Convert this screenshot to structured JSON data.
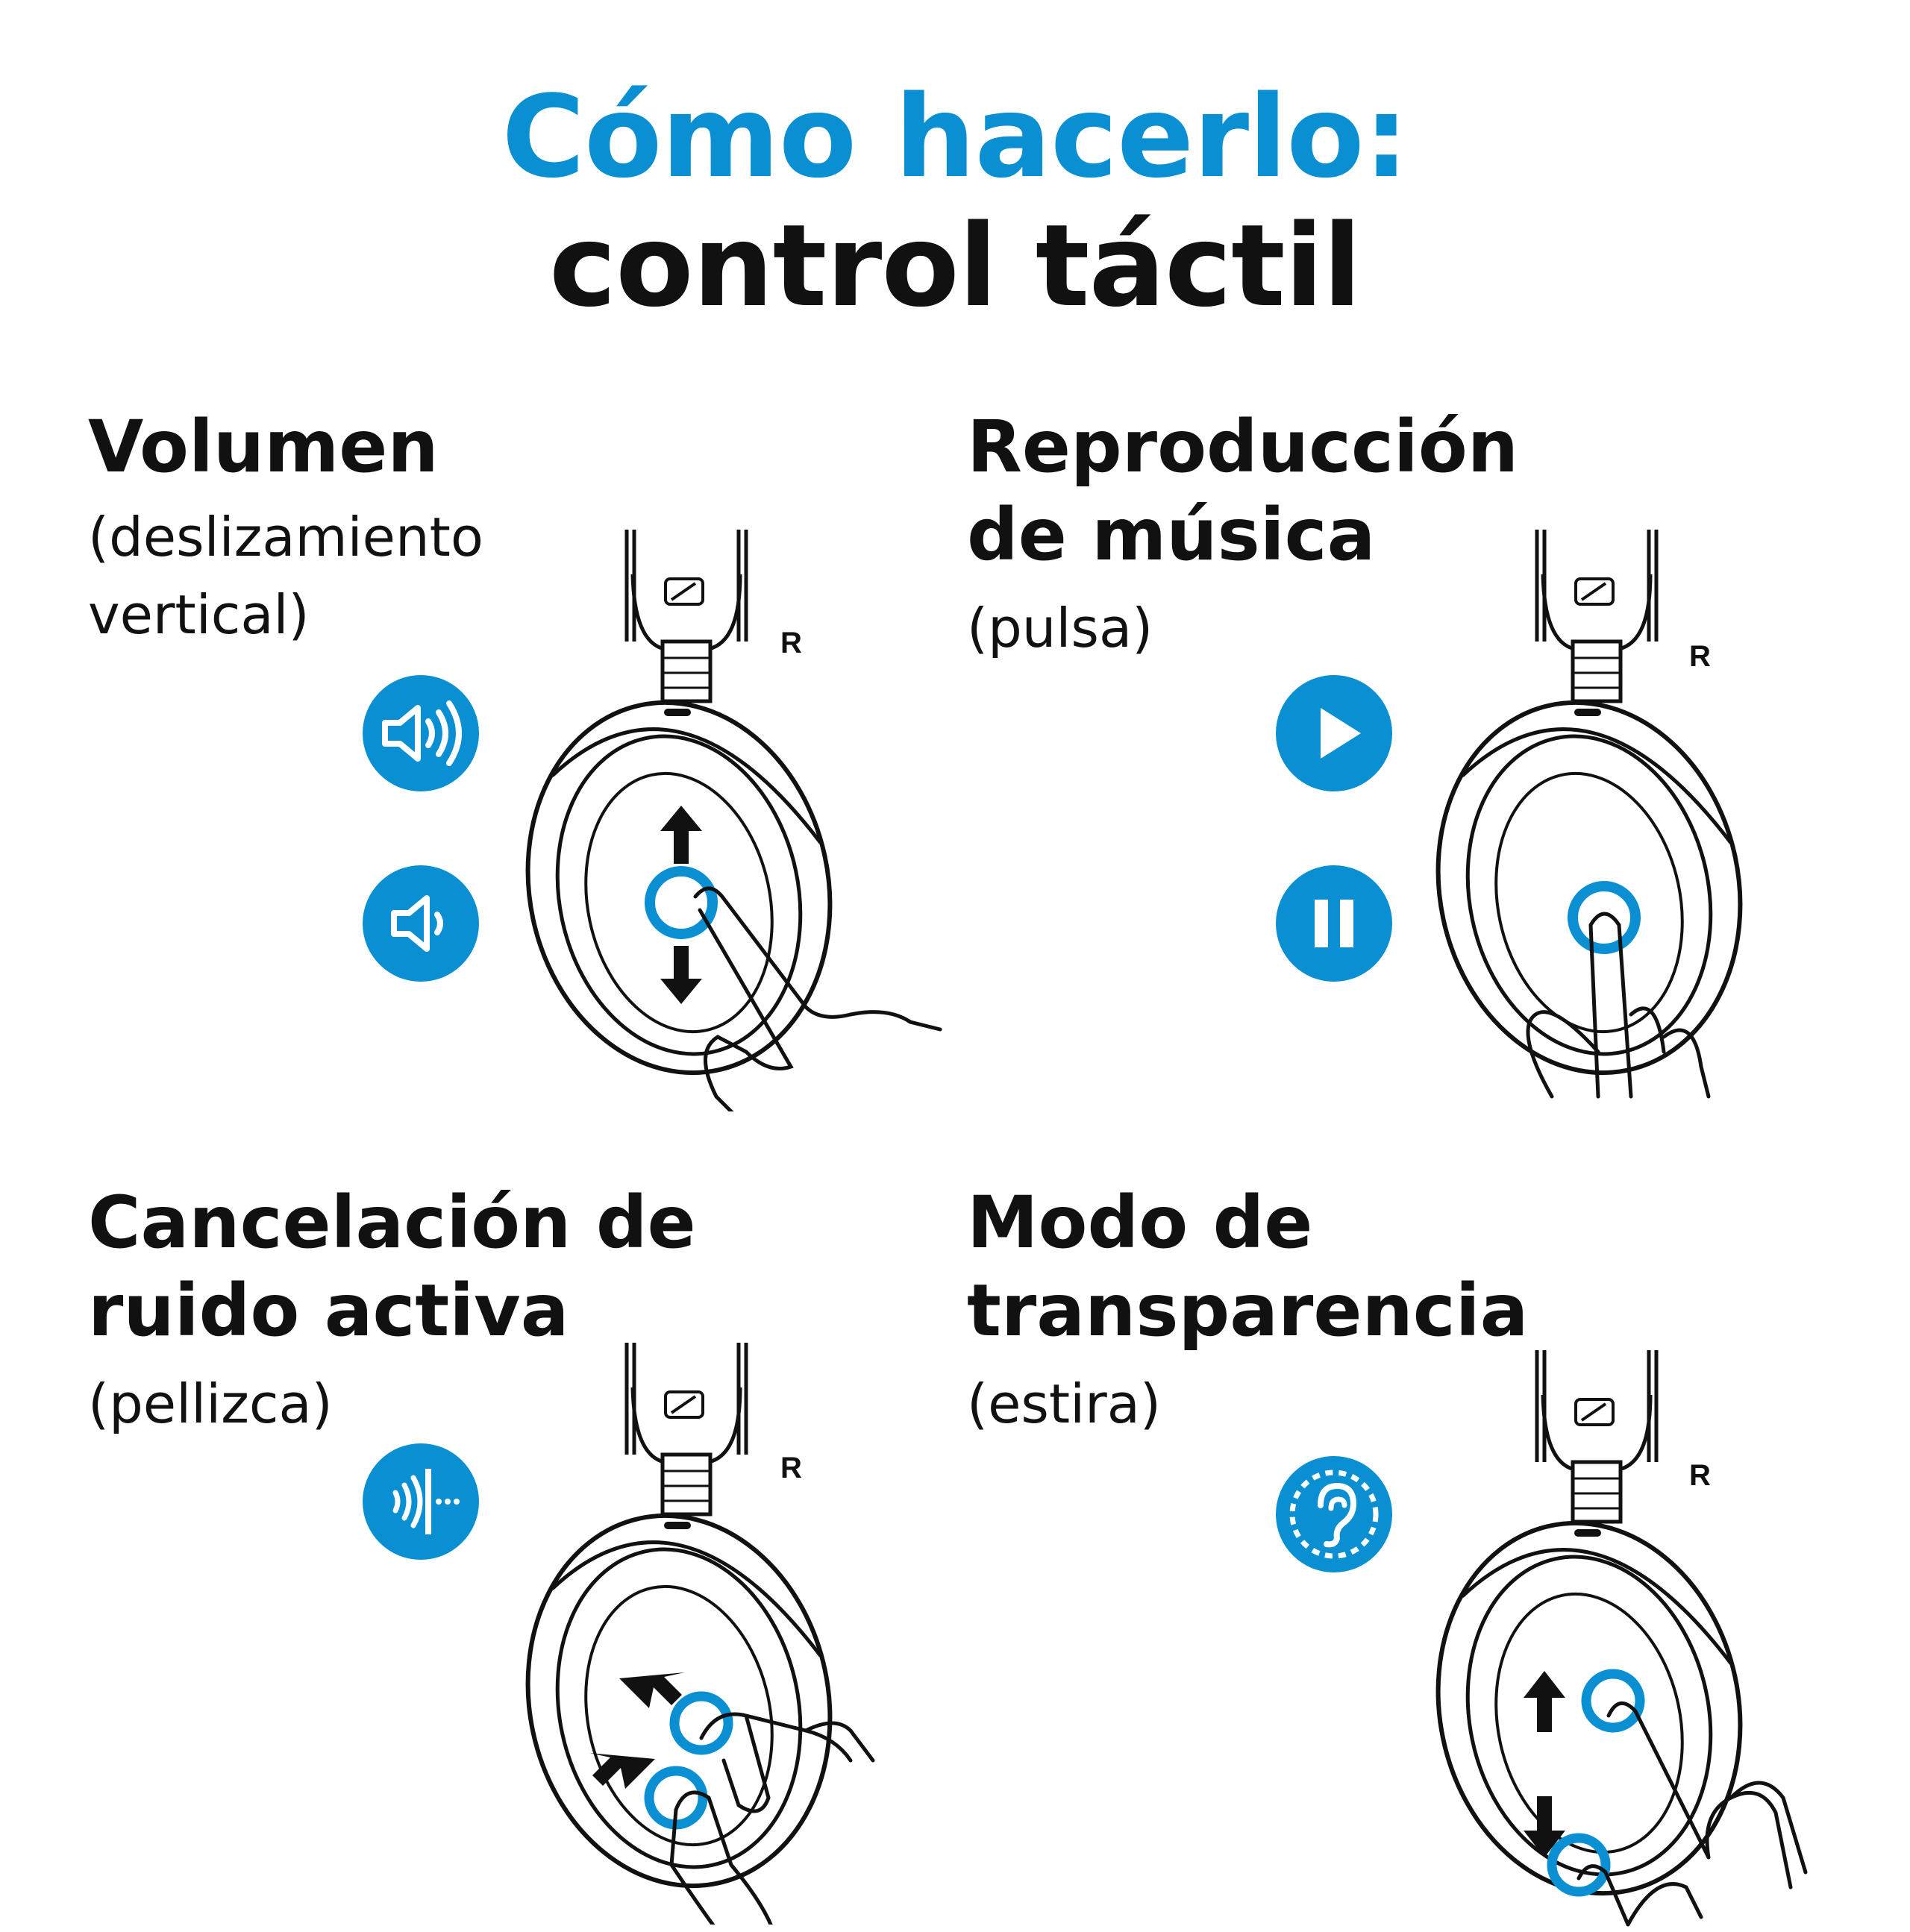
{
  "title": {
    "main": "Cómo hacerlo:",
    "sub": "control táctil"
  },
  "side_label": "R",
  "colors": {
    "accent": "#0a8fd2",
    "ink": "#111111"
  },
  "panels": {
    "volume": {
      "heading": [
        "Volumen"
      ],
      "gesture": [
        "(deslizamiento",
        "vertical)"
      ],
      "icons": [
        "volume-up-icon",
        "volume-down-icon"
      ]
    },
    "playback": {
      "heading": [
        "Reproducción",
        "de música"
      ],
      "gesture": [
        "(pulsa)"
      ],
      "icons": [
        "play-icon",
        "pause-icon"
      ]
    },
    "anc": {
      "heading": [
        "Cancelación de",
        "ruido activa"
      ],
      "gesture": [
        "(pellizca)"
      ],
      "icons": [
        "noise-cancellation-icon"
      ]
    },
    "transparency": {
      "heading": [
        "Modo de",
        "transparencia"
      ],
      "gesture": [
        "(estira)"
      ],
      "icons": [
        "transparency-ear-icon"
      ]
    }
  }
}
